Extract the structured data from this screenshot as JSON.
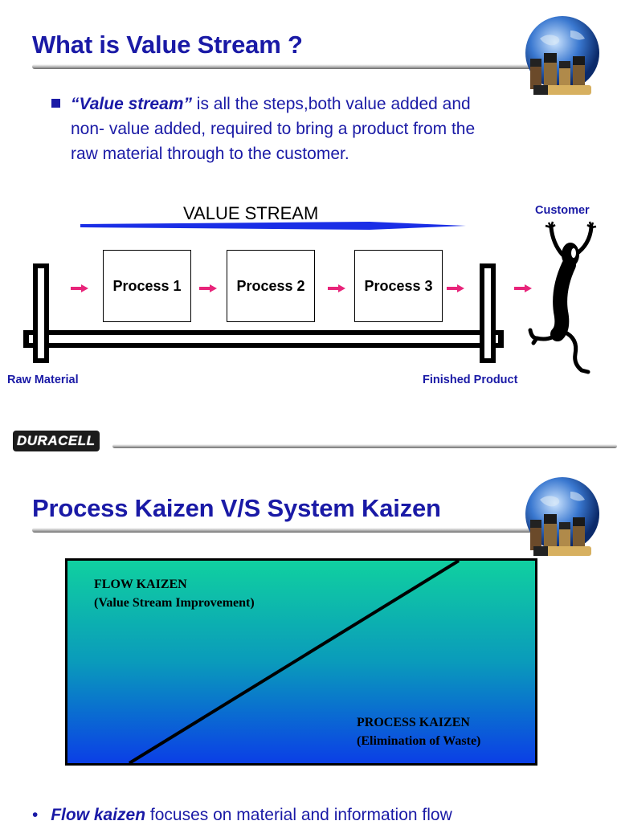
{
  "slide1": {
    "title": "What is Value Stream ?",
    "bullet_term": "“Value stream”",
    "bullet_rest_1": " is all the steps,both value added and",
    "bullet_line_2": "non- value added, required to bring a product from the",
    "bullet_line_3": "raw material through to the customer.",
    "stream_label": "VALUE STREAM",
    "processes": [
      "Process 1",
      "Process 2",
      "Process 3"
    ],
    "raw_material_label": "Raw Material",
    "finished_product_label": "Finished Product",
    "customer_label": "Customer"
  },
  "separator": {
    "brand": "DURACELL"
  },
  "slide2": {
    "title": "Process Kaizen V/S System Kaizen",
    "flow_label_1": "FLOW KAIZEN",
    "flow_label_2": "(Value Stream Improvement)",
    "process_label_1": "PROCESS KAIZEN",
    "process_label_2": "(Elimination of Waste)",
    "bullet_symbol": "•",
    "bullet_term": "Flow kaizen",
    "bullet_rest": " focuses on material and information flow"
  },
  "colors": {
    "title_blue": "#1a1aa6",
    "arrow_blue": "#1a2ee6",
    "pink_arrow": "#e8247a",
    "box_top": "#10d0a0",
    "box_bottom": "#0b3fe6"
  },
  "icons": {
    "globe": "globe-batteries-icon",
    "customer": "cheering-stick-figure-icon",
    "bullet": "square-bullet-icon"
  }
}
